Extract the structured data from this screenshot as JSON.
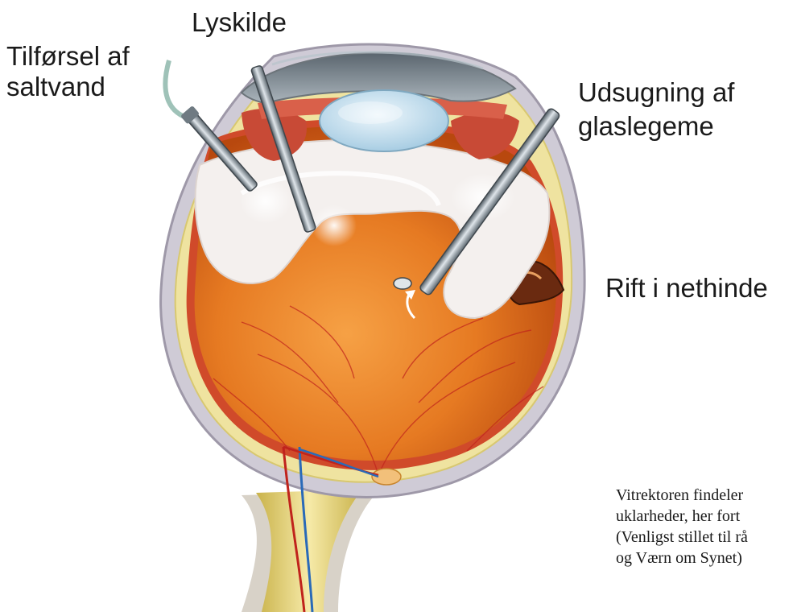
{
  "labels": {
    "light_source": "Lyskilde",
    "saline_line1": "Tilførsel af",
    "saline_line2": "saltvand",
    "vitreous_line1": "Udsugning af",
    "vitreous_line2": "glaslegeme",
    "retina_tear": "Rift i nethinde"
  },
  "caption": {
    "lines": [
      "Vitrektoren findeler",
      "uklarheder, her fort",
      "(Venligst stillet til rå",
      "og Værn om Synet)"
    ]
  },
  "colors": {
    "fundus": "#e0701e",
    "sclera": "#efe3a0",
    "vitreous": "#f4f0ee",
    "lens": "#cfe6f3",
    "cornea": "#7c8790",
    "instrument": "#8a949c",
    "vessel": "#c0231c"
  }
}
